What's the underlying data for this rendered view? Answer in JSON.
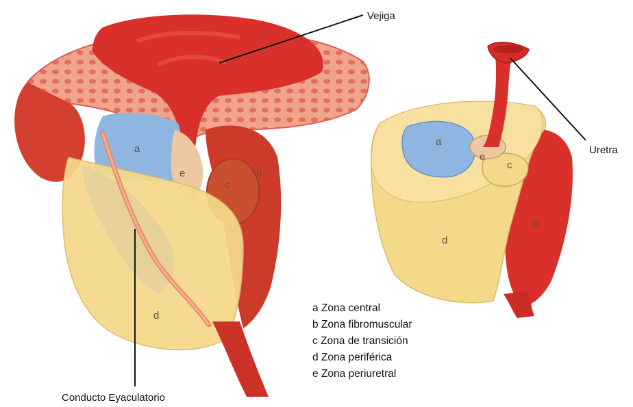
{
  "labels": {
    "vejiga": "Vejiga",
    "uretra": "Uretra",
    "conducto": "Conducto Eyaculatorio"
  },
  "zone_letters": {
    "a": "a",
    "b": "b",
    "c": "c",
    "d": "d",
    "e": "e"
  },
  "legend": [
    "a Zona central",
    "b Zona fibromuscular",
    "c Zona de transición",
    "d Zona periférica",
    "e Zona periuretral"
  ],
  "colors": {
    "red": "#d9302b",
    "dark_red": "#b81e1c",
    "pink": "#f2a58e",
    "blue": "#8fb6e0",
    "yellow": "#f5d98a",
    "beige": "#eec8a0"
  }
}
